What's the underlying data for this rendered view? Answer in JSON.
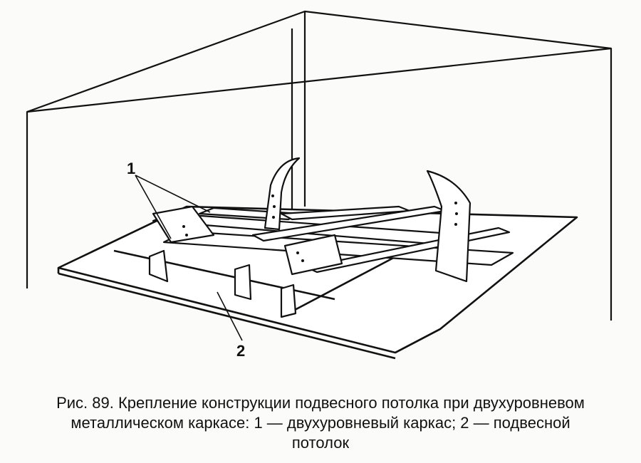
{
  "figure": {
    "labels": {
      "frame": "1",
      "ceiling": "2"
    },
    "caption": "Рис. 89. Крепление конструкции подвесного потолка при двухуровневом металлическом каркасе: 1 — двухуровневый каркас; 2 — подвесной потолок"
  }
}
